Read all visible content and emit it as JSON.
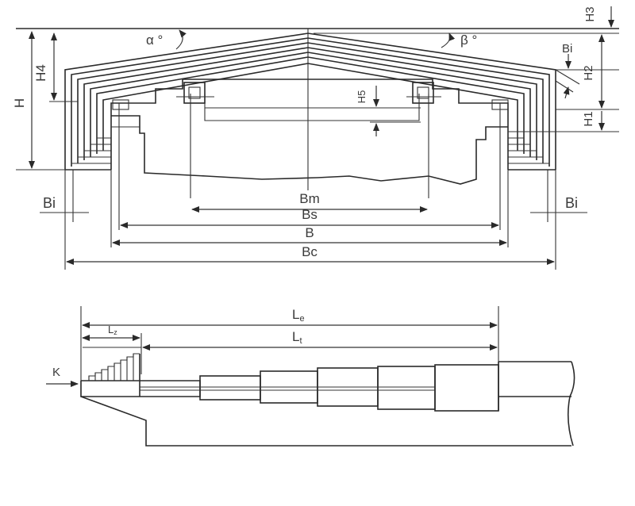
{
  "top_view": {
    "labels": {
      "H": "H",
      "H4": "H4",
      "H5": "H5",
      "H3": "H3",
      "H2": "H2",
      "H1": "H1",
      "Bi_left": "Bi",
      "Bi_right": "Bi",
      "Bi_top_right": "Bi",
      "alpha": "α °",
      "beta": "β °",
      "Bm": "Bm",
      "Bs": "Bs",
      "B": "B",
      "Bc": "Bc"
    }
  },
  "side_view": {
    "labels": {
      "K": "K",
      "Lz_main": "L",
      "Lz_sub": "z",
      "Le_main": "L",
      "Le_sub": "e",
      "Lt_main": "L",
      "Lt_sub": "t"
    }
  }
}
